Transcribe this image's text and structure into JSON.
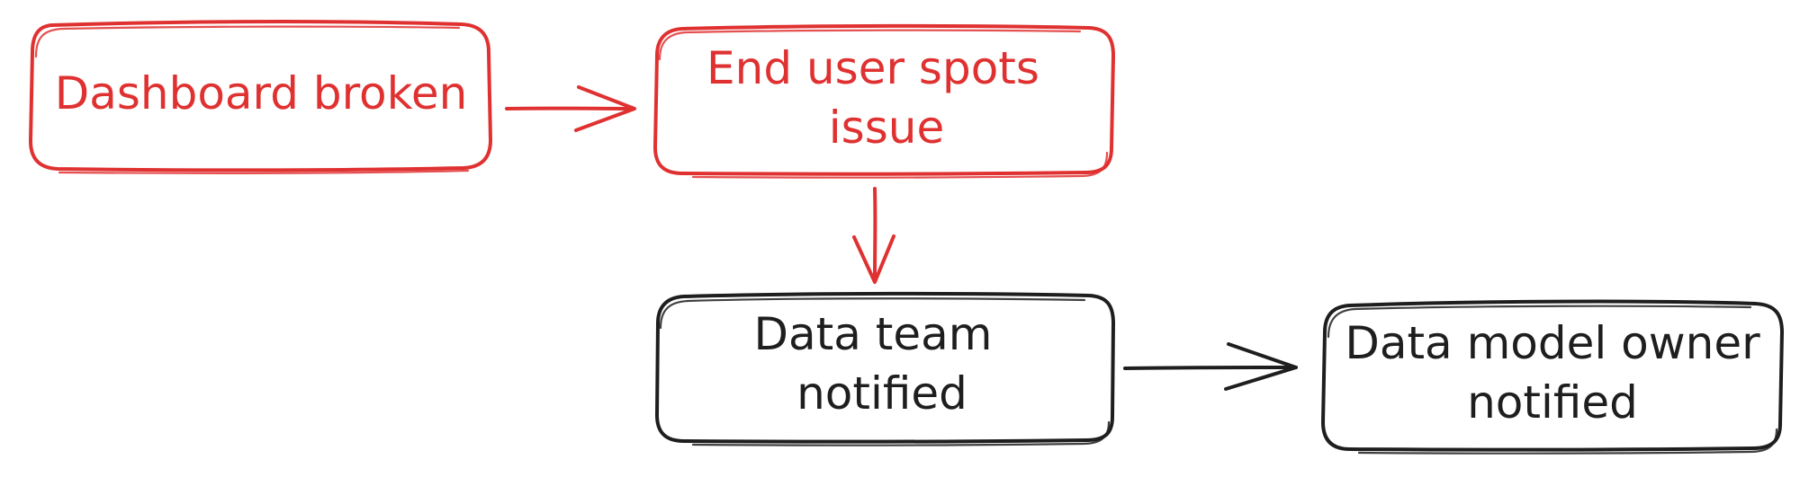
{
  "colors": {
    "accent_red": "#e03131",
    "ink": "#1e1e1e",
    "background": "#ffffff"
  },
  "nodes": {
    "dashboard_broken": {
      "lines": [
        "Dashboard broken"
      ],
      "color": "#e03131"
    },
    "end_user_spots_issue": {
      "lines": [
        "End user spots",
        "issue"
      ],
      "color": "#e03131"
    },
    "data_team_notified": {
      "lines": [
        "Data team",
        "notified"
      ],
      "color": "#1e1e1e"
    },
    "data_model_owner_notified": {
      "lines": [
        "Data model owner",
        "notified"
      ],
      "color": "#1e1e1e"
    }
  },
  "edges": [
    {
      "from": "dashboard_broken",
      "to": "end_user_spots_issue",
      "color": "#e03131"
    },
    {
      "from": "end_user_spots_issue",
      "to": "data_team_notified",
      "color": "#e03131"
    },
    {
      "from": "data_team_notified",
      "to": "data_model_owner_notified",
      "color": "#1e1e1e"
    }
  ]
}
